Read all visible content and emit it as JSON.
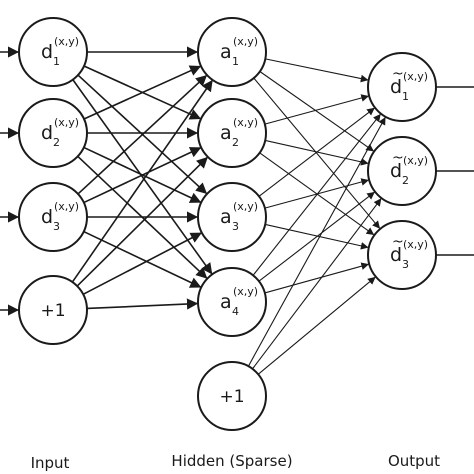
{
  "layers": {
    "input": {
      "label": "Input",
      "nodes": [
        {
          "base": "d",
          "sub": "1",
          "sup": "(x,y)"
        },
        {
          "base": "d",
          "sub": "2",
          "sup": "(x,y)"
        },
        {
          "base": "d",
          "sub": "3",
          "sup": "(x,y)"
        },
        {
          "text": "+1"
        }
      ]
    },
    "hidden": {
      "label": "Hidden (Sparse)",
      "nodes": [
        {
          "base": "a",
          "sub": "1",
          "sup": "(x,y)"
        },
        {
          "base": "a",
          "sub": "2",
          "sup": "(x,y)"
        },
        {
          "base": "a",
          "sub": "3",
          "sup": "(x,y)"
        },
        {
          "base": "a",
          "sub": "4",
          "sup": "(x,y)"
        },
        {
          "text": "+1"
        }
      ]
    },
    "output": {
      "label": "Output",
      "nodes": [
        {
          "base": "d",
          "tilde": "~",
          "sub": "1",
          "sup": "(x,y)"
        },
        {
          "base": "d",
          "tilde": "~",
          "sub": "2",
          "sup": "(x,y)"
        },
        {
          "base": "d",
          "tilde": "~",
          "sub": "3",
          "sup": "(x,y)"
        }
      ]
    }
  }
}
